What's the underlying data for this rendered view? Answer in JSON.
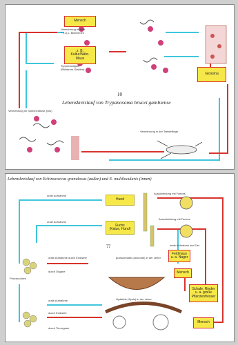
{
  "panel1": {
    "number": "10",
    "caption": "Lebenskreislauf von Trypanosoma brucei gambiense",
    "host_box": "Mensch",
    "vector_box": "Glossina",
    "stage_box_l1": "z. B.",
    "stage_box_l2": "Kultur/Nähr-",
    "stage_box_l3": "Maus",
    "label_upper_l1": "Vermehrung im Blut",
    "label_upper_l2": "+ 1,5 µ. Blutformen",
    "label_lower_l1": "Trypomastigote",
    "label_lower_l2": "(Blutstrom-Stadien)",
    "label_left": "Vermehrung im Speicheldrüse (Glo)",
    "label_bottom": "Vermehrung in der Tsetsefliege"
  },
  "panel2": {
    "caption": "Lebenskreislauf von Echinococcus granulosus (außen) und E. multilocularis (innen)",
    "box_hund": "Hund",
    "box_fuchs_l1": "Fuchs",
    "box_fuchs_l2": "(Katze, Hund)",
    "box_mensch_mid": "Mensch",
    "box_feldmaus_l1": "Feldmaus",
    "box_feldmaus_l2": "u. a. Nager",
    "box_rind_l1": "Schafe, Rinder",
    "box_rind_l2": "u. a. große",
    "box_rind_l3": "Pflanzenfresser",
    "box_mensch_bottom": "Mensch",
    "question": "??",
    "labels": {
      "orale_top": "orale Aufnahme",
      "ausscheidung_top": "Ausscheidung mit Faeces",
      "orale_mid": "orale Aufnahme",
      "ausscheidung_mid": "Ausscheidung mit Faeces",
      "orale_eier": "orale Aufnahme der Eier",
      "aufnahme1": "orale Aufnahme durch Endwirte",
      "tiere": "durch Organe",
      "protoscolices": "Protoscolices",
      "gewebe": "granulomatös (Alveolär) in der Leber",
      "orale_bottom": "orale Aufnahme",
      "durch_endwirte": "durch Endwirte",
      "organ_bottom": "durch Tierorgane",
      "hydatide": "Hydatide (Zyste) in der Leber"
    }
  },
  "colors": {
    "cyan": "#3fc6dc",
    "red": "#d8322c",
    "box_fill": "#f7e84a",
    "magenta": "#d0407a"
  }
}
